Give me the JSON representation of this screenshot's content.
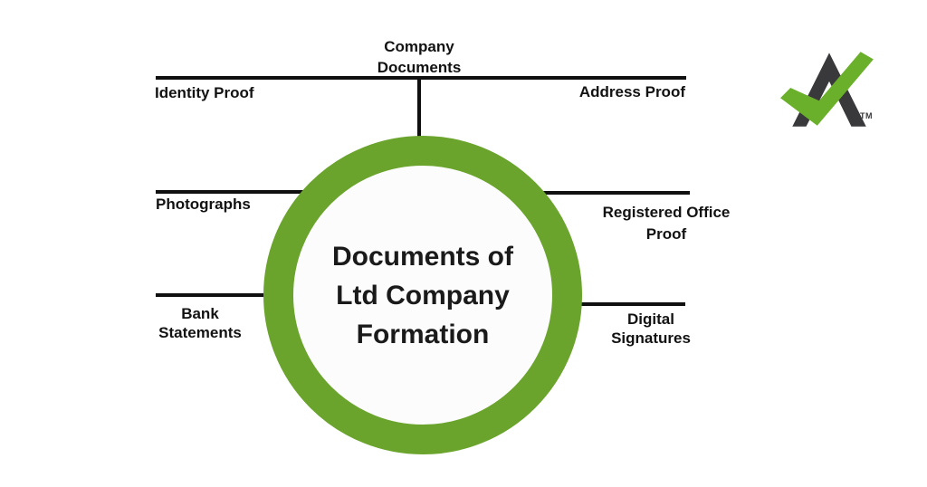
{
  "diagram": {
    "title_lines": [
      "Documents of",
      "Ltd Company",
      "Formation"
    ],
    "spokes": {
      "top": "Company Documents",
      "top_left": "Identity Proof",
      "top_right": "Address Proof",
      "mid_left": "Photographs",
      "mid_right": "Registered Office Proof",
      "bottom_left": "Bank Statements",
      "bottom_right": "Digital Signatures"
    },
    "colors": {
      "ring_green": "#6AA42C",
      "check_green": "#6BB02A",
      "logo_dark": "#39393B",
      "connector_black": "#101010",
      "inner_fill": "#fcfcfc"
    }
  },
  "logo": {
    "trademark": "TM"
  }
}
